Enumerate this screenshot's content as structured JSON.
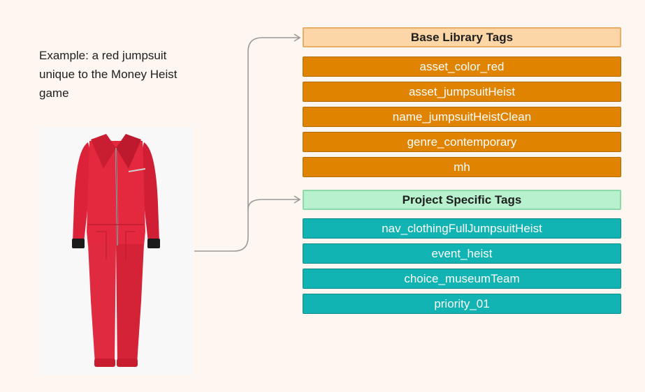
{
  "caption": [
    "Example: a red jumpsuit",
    "unique to the Money Heist",
    "game"
  ],
  "base_group": {
    "header": "Base Library Tags",
    "tags": [
      "asset_color_red",
      "asset_jumpsuitHeist",
      "name_jumpsuitHeistClean",
      "genre_contemporary",
      "mh"
    ]
  },
  "project_group": {
    "header": "Project Specific Tags",
    "tags": [
      "nav_clothingFullJumpsuitHeist",
      "event_heist",
      "choice_museumTeam",
      "priority_01"
    ]
  },
  "colors": {
    "background": "#fdf6f1",
    "base_header": "#fcd6a7",
    "base_tag": "#e08300",
    "project_header": "#b8f1cd",
    "project_tag": "#11b3b3",
    "jumpsuit": "#e4283e",
    "connector": "#9a9a9a"
  },
  "image": {
    "subject": "red-jumpsuit-photo"
  }
}
